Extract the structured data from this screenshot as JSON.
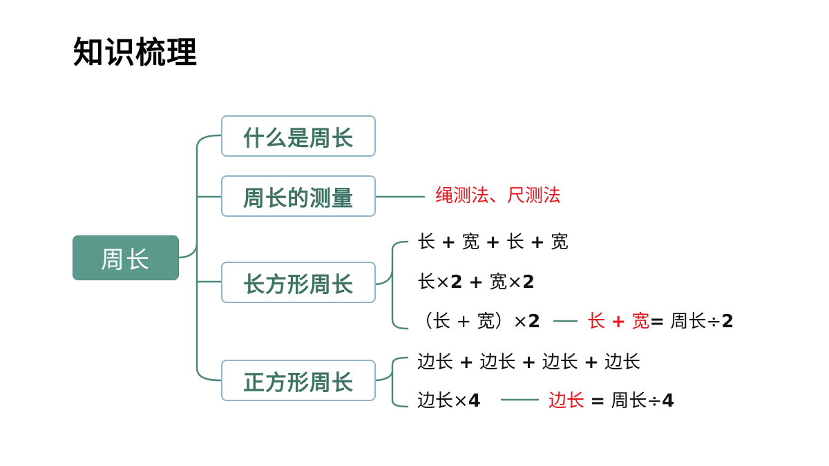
{
  "title": "知识梳理",
  "root": "周长",
  "nodes": {
    "what": "什么是周长",
    "measure": "周长的测量",
    "rect": "长方形周长",
    "square": "正方形周长"
  },
  "measure_methods": "绳测法、尺测法",
  "rect_formulas": {
    "f1": {
      "a": "长",
      "p1": "+",
      "b": "宽",
      "p2": "+",
      "c": "长",
      "p3": "+",
      "d": "宽"
    },
    "f2": {
      "a": "长×",
      "n1": "2",
      "p": "+",
      "b": "宽×",
      "n2": "2"
    },
    "f3": {
      "paren": "（长 + 宽）×",
      "n": "2",
      "red_a": "长",
      "red_plus": "+",
      "red_b": "宽",
      "eq": "=",
      "rhs": "周长÷",
      "rhs_n": "2"
    }
  },
  "square_formulas": {
    "f1": {
      "a": "边长",
      "p1": "+",
      "b": "边长",
      "p2": "+",
      "c": "边长",
      "p3": "+",
      "d": "边长"
    },
    "f2": {
      "a": "边长×",
      "n": "4",
      "red": "边长",
      "eq": "=",
      "rhs": "周长÷",
      "rhs_n": "4"
    }
  },
  "colors": {
    "root_fill": "#5b9a8b",
    "node_text": "#3d7364",
    "node_border": "#8fb3c8",
    "connector": "#4e8678",
    "highlight": "#e8141b"
  }
}
